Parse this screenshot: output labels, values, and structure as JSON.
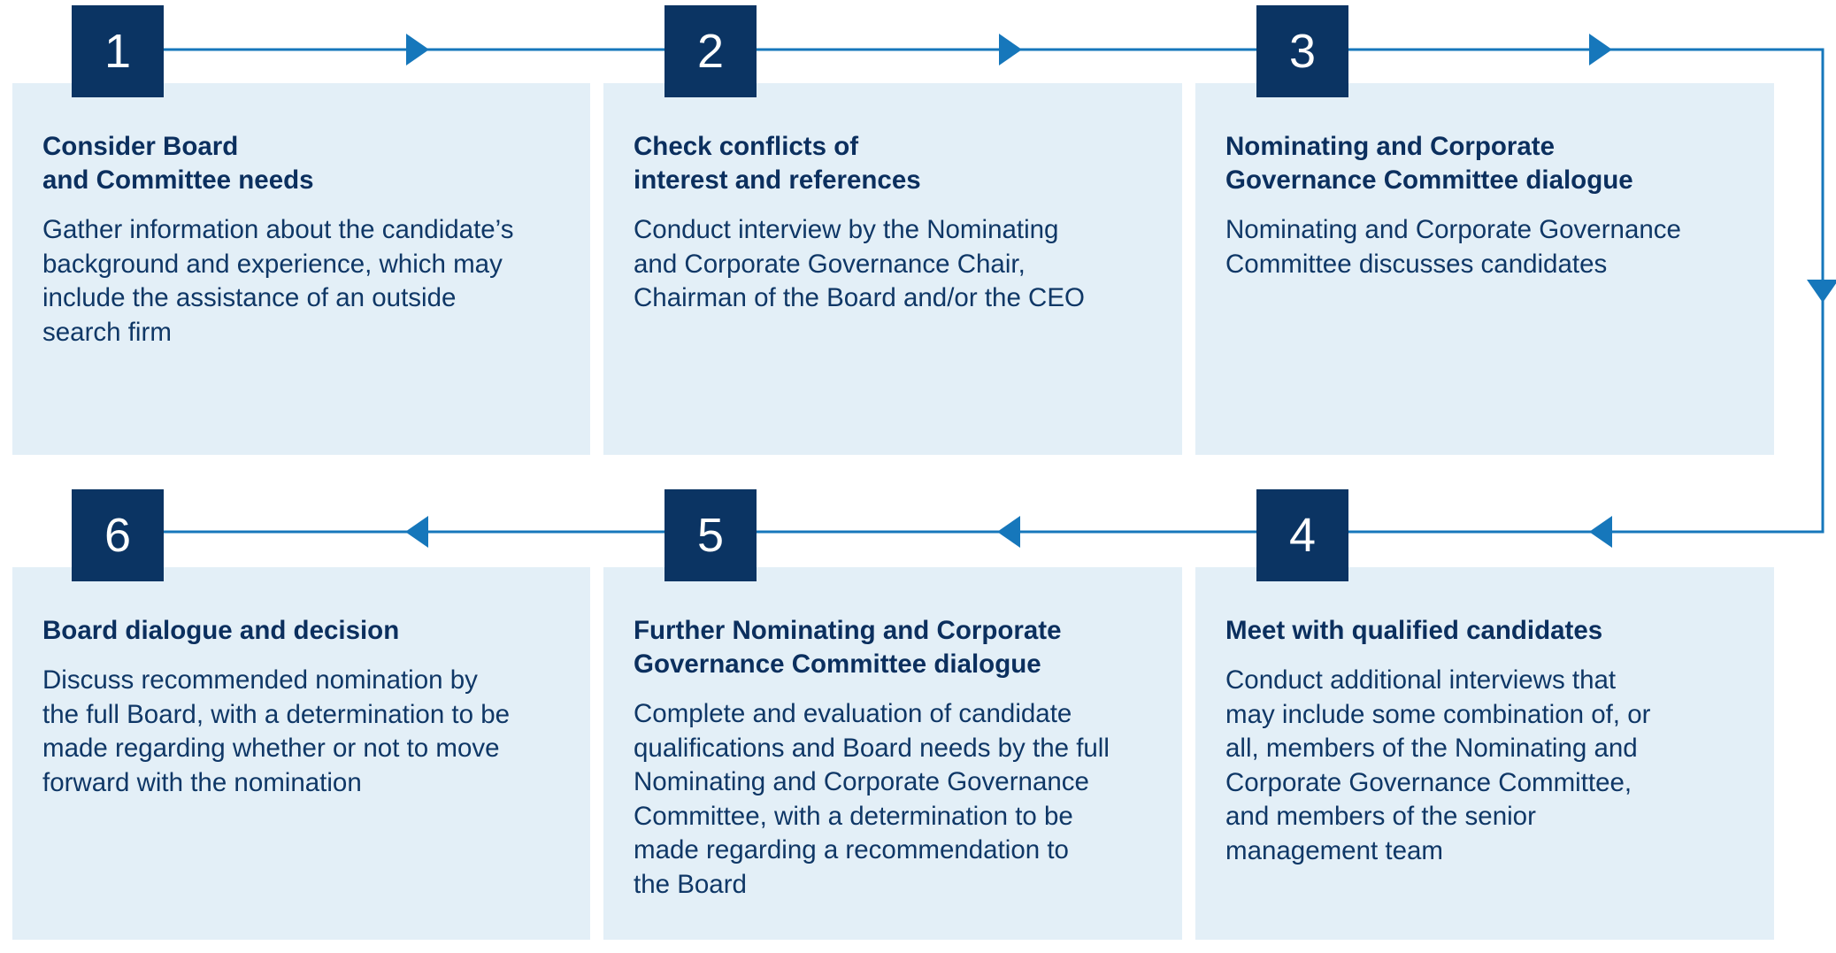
{
  "colors": {
    "card_bg": "#e3eff7",
    "badge_bg": "#0b3463",
    "connector": "#1677bb",
    "title_text": "#0b2f5e",
    "body_text": "#0f3766"
  },
  "steps": [
    {
      "number": "1",
      "title": "Consider Board\nand Committee needs",
      "text": "Gather information about the candidate’s\nbackground and experience, which may\ninclude the assistance of an outside\nsearch firm"
    },
    {
      "number": "2",
      "title": "Check conflicts of\ninterest and references",
      "text": "Conduct interview by the Nominating\nand Corporate Governance Chair,\nChairman of the Board and/or the CEO"
    },
    {
      "number": "3",
      "title": "Nominating and Corporate\nGovernance Committee dialogue",
      "text": "Nominating and Corporate Governance\nCommittee discusses candidates"
    },
    {
      "number": "4",
      "title": "Meet with qualified candidates",
      "text": "Conduct additional interviews that\nmay include some combination of, or\nall, members of the Nominating and\nCorporate Governance Committee,\nand members of the senior\nmanagement team"
    },
    {
      "number": "5",
      "title": "Further Nominating and Corporate\nGovernance Committee dialogue",
      "text": "Complete and evaluation of candidate\nqualifications and Board needs by the full\nNominating and Corporate Governance\nCommittee, with a determination to be\nmade regarding a recommendation to\nthe Board"
    },
    {
      "number": "6",
      "title": "Board dialogue and decision",
      "text": "Discuss recommended nomination by\nthe full Board, with a determination to be\nmade regarding whether or not to move\nforward with the nomination"
    }
  ]
}
